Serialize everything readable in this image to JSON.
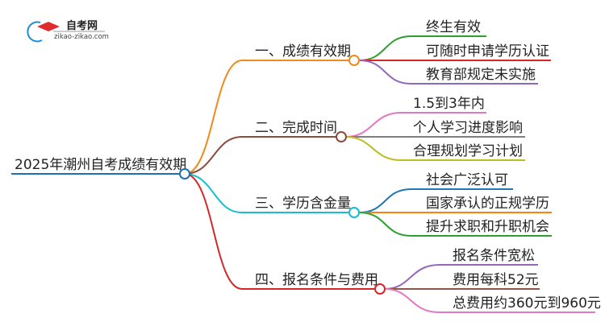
{
  "logo": {
    "title": "自考网",
    "url": "zikao-zikao.com"
  },
  "root": {
    "label": "2025年潮州自考成绩有效期",
    "color": "#1f6fb5"
  },
  "branches": [
    {
      "label": "一、成绩有效期",
      "color": "#f08a1c",
      "children": [
        {
          "label": "终生有效",
          "color": "#2ea02e"
        },
        {
          "label": "可随时申请学历认证",
          "color": "#d62728"
        },
        {
          "label": "教育部规定未实施",
          "color": "#9467bd"
        }
      ]
    },
    {
      "label": "二、完成时间",
      "color": "#8c4b3c",
      "children": [
        {
          "label": "1.5到3年内",
          "color": "#e377c2"
        },
        {
          "label": "个人学习进度影响",
          "color": "#7f7f7f"
        },
        {
          "label": "合理规划学习计划",
          "color": "#bcbd22"
        }
      ]
    },
    {
      "label": "三、学历含金量",
      "color": "#17becf",
      "children": [
        {
          "label": "社会广泛认可",
          "color": "#1f77b4"
        },
        {
          "label": "国家承认的正规学历",
          "color": "#ff7f0e"
        },
        {
          "label": "提升求职和升职机会",
          "color": "#2ca02c"
        }
      ]
    },
    {
      "label": "四、报名条件与费用",
      "color": "#d62728",
      "children": [
        {
          "label": "报名条件宽松",
          "color": "#9467bd"
        },
        {
          "label": "费用每科52元",
          "color": "#8c564b"
        },
        {
          "label": "总费用约360元到960元",
          "color": "#e377c2"
        }
      ]
    }
  ]
}
